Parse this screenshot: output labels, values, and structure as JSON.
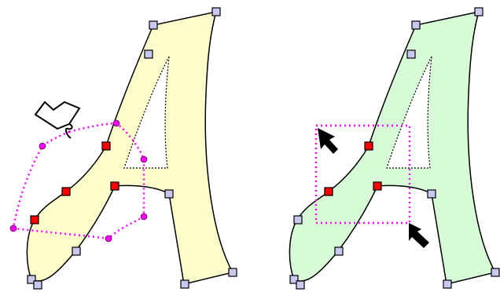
{
  "panels": [
    {
      "name": "lasso-selection",
      "fill": "#fdfccb",
      "selection_tool": "lasso",
      "selected_node_count": 4,
      "unselected_node_count": 8
    },
    {
      "name": "rubber-band-selection",
      "fill": "#d6fbd6",
      "selection_tool": "rectangle",
      "selected_node_count": 4,
      "unselected_node_count": 8
    }
  ],
  "colors": {
    "outline": "#000000",
    "node_unselected": "#c8c8f0",
    "node_selected": "#ff0000",
    "lasso_stroke": "#ff00ff",
    "lasso_dot": "#ff00ff",
    "cursor": "#000000"
  },
  "icons": [
    "lasso-cursor-icon",
    "arrow-cursor-icon"
  ]
}
